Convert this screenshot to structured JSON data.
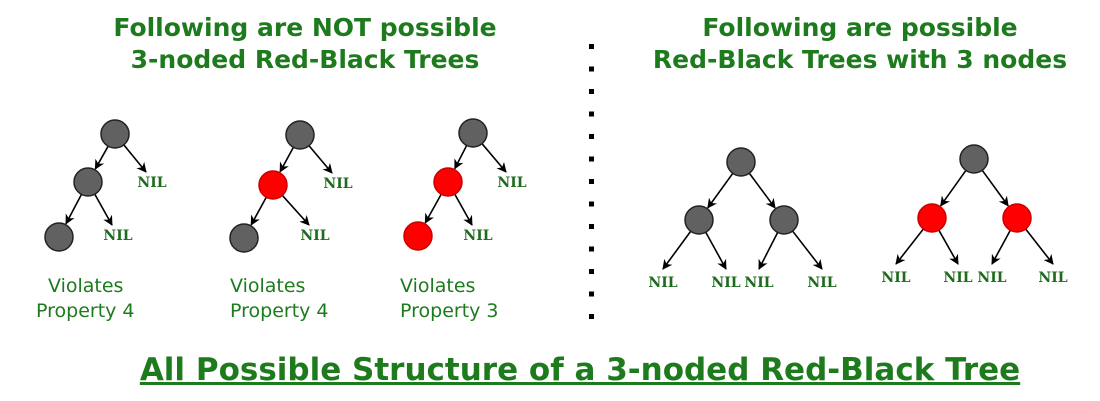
{
  "left_title": {
    "line1": "Following are NOT possible",
    "line2": "3-noded Red-Black Trees"
  },
  "right_title": {
    "line1": "Following are possible",
    "line2": "Red-Black Trees with 3 nodes"
  },
  "bottom_title": "All Possible Structure of a 3-noded Red-Black Tree",
  "nil_label": "NIL",
  "colors": {
    "black_node": "#616161",
    "red_node": "#ff0000",
    "text": "#1d7a1d"
  },
  "invalid_trees": [
    {
      "nodes": [
        "black",
        "black",
        "black"
      ],
      "caption": {
        "line1": "Violates",
        "line2": "Property 4"
      }
    },
    {
      "nodes": [
        "black",
        "red",
        "black"
      ],
      "caption": {
        "line1": "Violates",
        "line2": "Property 4"
      }
    },
    {
      "nodes": [
        "black",
        "red",
        "red"
      ],
      "caption": {
        "line1": "Violates",
        "line2": "Property 3"
      }
    }
  ],
  "valid_trees": [
    {
      "nodes": [
        "black",
        "black",
        "black"
      ]
    },
    {
      "nodes": [
        "black",
        "red",
        "red"
      ]
    }
  ]
}
